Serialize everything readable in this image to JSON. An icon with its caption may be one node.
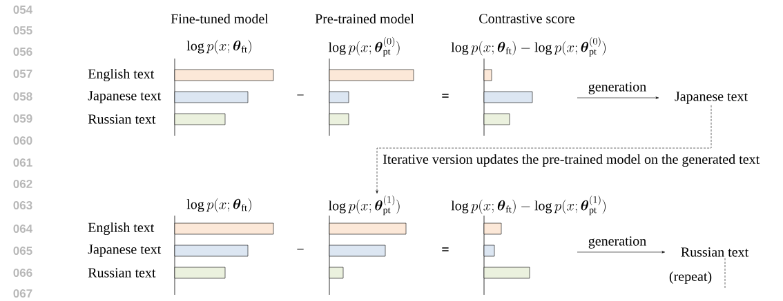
{
  "diagram": {
    "nodes": [
      {
        "text": [
          "Japanese text"
        ]
      },
      {
        "text": [
          "\\log p(x;\\boldsymbol{\\theta}_{\\mathrm{pt}}^{(1)})"
        ]
      },
      {
        "text": [
          "Russian text"
        ],
        "beside": [
          "(repeat)"
        ]
      }
    ],
    "edges": [
      {
        "from": null,
        "to": 0,
        "arrow": "to",
        "label": "generation"
      },
      {
        "from": 0,
        "to": 1,
        "arrow": "to",
        "style": "dashed",
        "label": "Iterative version updates the pre-trained model on the generated text"
      },
      {
        "from": null,
        "to": 2,
        "arrow": "to",
        "label": "generation"
      },
      {
        "from": 2,
        "to": null,
        "arrow": "none",
        "style": "dashed"
      }
    ],
    "labels": [
      "Fine-tuned model",
      "Pre-trained model",
      "Contrastive score",
      "\\log p(x;\\boldsymbol{\\theta}_{\\mathrm{ft}})",
      "\\log p(x;\\boldsymbol{\\theta}_{\\mathrm{pt}}^{(0)})",
      "\\log p(x;\\boldsymbol{\\theta}_{\\mathrm{ft}})-\\log p(x;\\boldsymbol{\\theta}_{\\mathrm{pt}}^{(0)})",
      "English text",
      "Japanese text",
      "−",
      "=",
      "Russian text",
      "\\log p(x;\\boldsymbol{\\theta}_{\\mathrm{ft}})",
      "\\log p(x;\\boldsymbol{\\theta}_{\\mathrm{ft}})-\\log p(x;\\boldsymbol{\\theta}_{\\mathrm{pt}}^{(1)})",
      "English text",
      "Japanese text",
      "−",
      "=",
      "Russian text",
      "054",
      "055",
      "056",
      "057",
      "058",
      "059",
      "060",
      "061",
      "062",
      "063",
      "064",
      "065",
      "066",
      "067"
    ]
  }
}
